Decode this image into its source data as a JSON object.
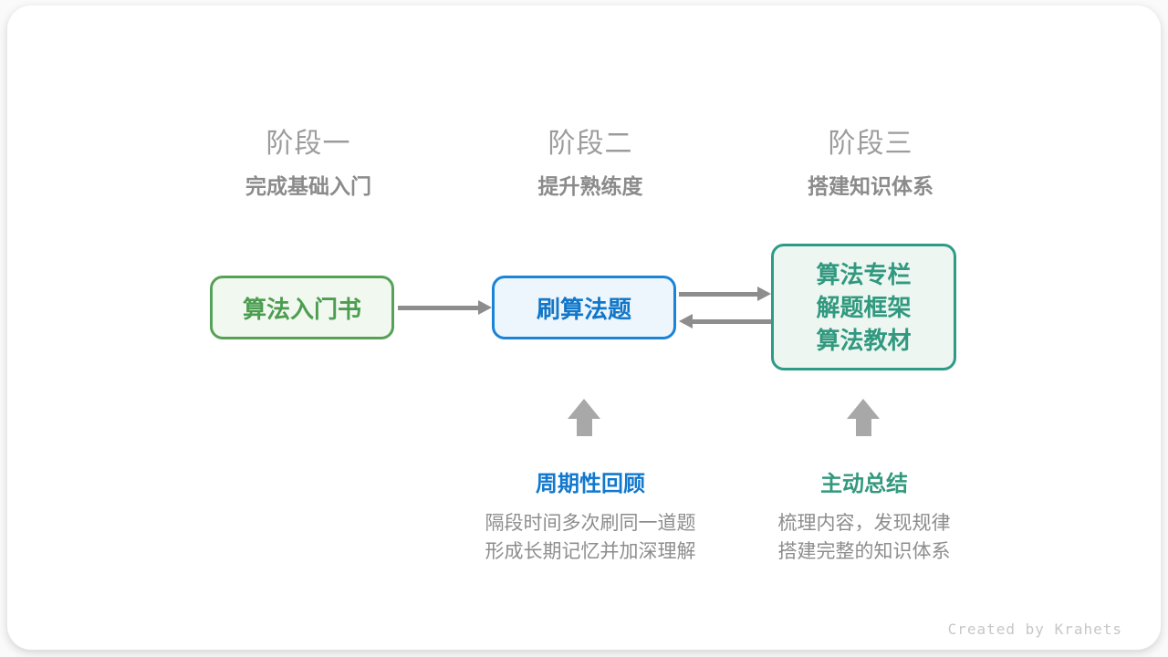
{
  "stages": [
    {
      "title": "阶段一",
      "subtitle": "完成基础入门"
    },
    {
      "title": "阶段二",
      "subtitle": "提升熟练度"
    },
    {
      "title": "阶段三",
      "subtitle": "搭建知识体系"
    }
  ],
  "boxes": {
    "box1": {
      "label": "算法入门书"
    },
    "box2": {
      "label": "刷算法题"
    },
    "box3": {
      "lines": [
        "算法专栏",
        "解题框架",
        "算法教材"
      ]
    }
  },
  "annotations": {
    "review": {
      "title": "周期性回顾",
      "lines": [
        "隔段时间多次刷同一道题",
        "形成长期记忆并加深理解"
      ]
    },
    "summarize": {
      "title": "主动总结",
      "lines": [
        "梳理内容，发现规律",
        "搭建完整的知识体系"
      ]
    }
  },
  "footer": {
    "credit": "Created by Krahets"
  },
  "colors": {
    "green_border": "#56a158",
    "green_text": "#4d9d51",
    "blue_border": "#1b84d7",
    "blue_text": "#1277c9",
    "teal_border": "#2e9b87",
    "teal_text": "#31997f",
    "arrow_gray": "#8d8d8d",
    "up_arrow_gray": "#a8a8a8",
    "heading_gray": "#9c9c9c",
    "body_gray": "#8b8b8b",
    "credit_gray": "#c7c7c7"
  }
}
